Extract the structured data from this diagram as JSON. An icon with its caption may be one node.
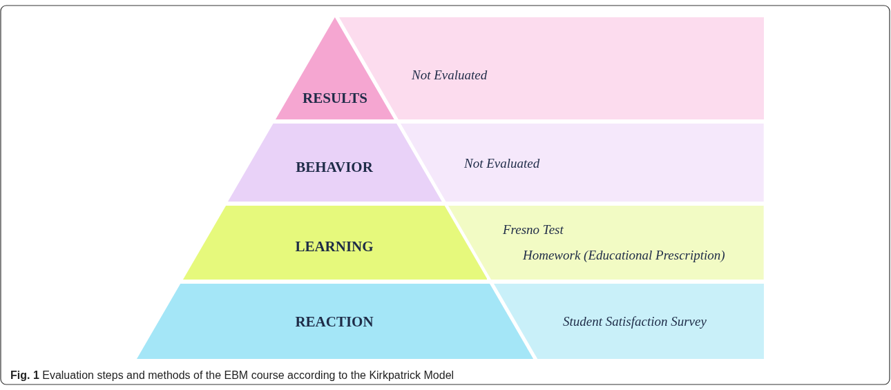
{
  "diagram": {
    "caption": "**Fig. 1** Evaluation steps and methods of the EBM course according to the Kirkpatrick Model",
    "nodes": [
      {
        "text": [
          "RESULTS"
        ]
      },
      {
        "text": [
          "Not Evaluated"
        ]
      },
      {
        "text": [
          "BEHAVIOR"
        ]
      },
      {
        "text": [
          "Not Evaluated"
        ]
      },
      {
        "text": [
          "LEARNING"
        ]
      },
      {
        "text": [
          "Fresno Test",
          "Homework (Educational Prescription)"
        ]
      },
      {
        "text": [
          "REACTION"
        ]
      },
      {
        "text": [
          "Student Satisfaction Survey"
        ]
      }
    ],
    "edges": []
  }
}
